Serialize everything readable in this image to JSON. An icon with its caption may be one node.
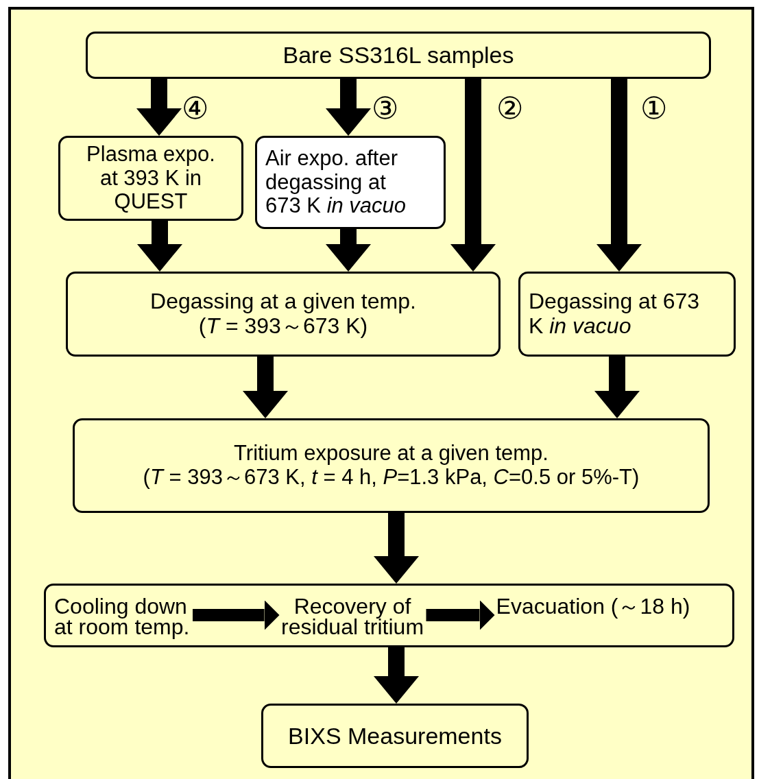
{
  "diagram": {
    "nodes": [
      {
        "text": [
          "Bare SS316L samples"
        ]
      },
      {
        "text": [
          "Plasma expo. at 393 K in QUEST"
        ]
      },
      {
        "text": [
          "Air expo. after degassing at 673 K *in vacuo*"
        ]
      },
      {
        "text": [
          "Degassing at a given temp.",
          "(*T* = 393～673 K)"
        ]
      },
      {
        "text": [
          "Degassing at 673 K *in vacuo*"
        ]
      },
      {
        "text": [
          "Tritium exposure at a given temp.",
          "(*T* = 393～673 K, *t* = 4 h, *P*=1.3 kPa, *C*=0.5 or 5%-T)"
        ]
      },
      {
        "text": [],
        "shape": "box"
      },
      {
        "text": [
          "Cooling down at room temp."
        ],
        "in": 6
      },
      {
        "text": [
          "Recovery of residual tritium"
        ],
        "in": 6
      },
      {
        "text": [
          "Evacuation (～18 h)"
        ],
        "in": 6
      },
      {
        "text": [
          "BIXS Measurements"
        ]
      }
    ],
    "edges": [
      {
        "from": 0,
        "to": 1,
        "arrow": "to",
        "label": "④"
      },
      {
        "from": 0,
        "to": 2,
        "arrow": "to",
        "label": "③"
      },
      {
        "from": 0,
        "to": 3,
        "arrow": "to",
        "label": "②"
      },
      {
        "from": 0,
        "to": 4,
        "arrow": "to",
        "label": "①"
      },
      {
        "from": 1,
        "to": 3,
        "arrow": "to"
      },
      {
        "from": 2,
        "to": 3,
        "arrow": "to"
      },
      {
        "from": 3,
        "to": 5,
        "arrow": "to"
      },
      {
        "from": 4,
        "to": 5,
        "arrow": "to"
      },
      {
        "from": 5,
        "to": 6,
        "arrow": "to"
      },
      {
        "from": 6,
        "to": 10,
        "arrow": "to"
      },
      {
        "from": 7,
        "to": 8,
        "arrow": "to"
      },
      {
        "from": 8,
        "to": 9,
        "arrow": "to"
      }
    ]
  }
}
